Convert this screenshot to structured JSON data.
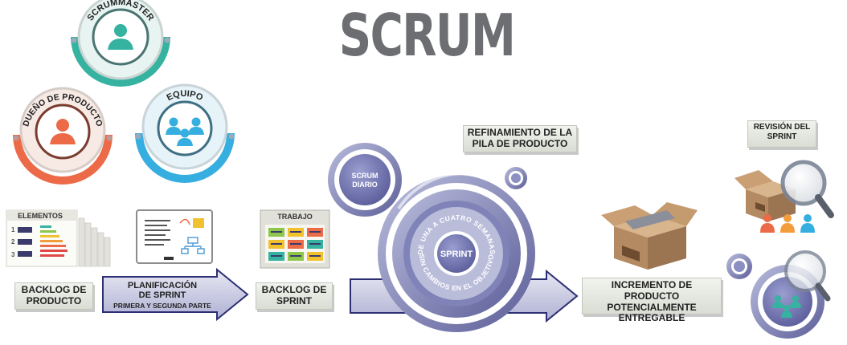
{
  "title": "SCRUM",
  "roles": {
    "scrummaster": "SCRUMMASTER",
    "product_owner": "DUEÑO DE PRODUCTO",
    "team": "EQUIPO"
  },
  "artifacts": {
    "product_backlog_board": "ELEMENTOS",
    "product_backlog": "BACKLOG DE PRODUCTO",
    "sprint_planning_title": "PLANIFICACIÓN DE SPRINT",
    "sprint_planning_sub": "PRIMERA Y SEGUNDA PARTE",
    "sprint_board": "TRABAJO",
    "sprint_backlog": "BACKLOG DE SPRINT",
    "daily_scrum": "SCRUM DIARIO",
    "backlog_refinement": "REFINAMIENTO DE LA PILA DE PRODUCTO",
    "sprint": "SPRINT",
    "sprint_ring_top": "DE UNA A CUATRO SEMANAS",
    "sprint_ring_bottom": "SIN CAMBIOS EN EL OBJETIVO",
    "increment": "INCREMENTO DE PRODUCTO POTENCIALMENTE ENTREGABLE",
    "sprint_review": "REVISIÓN DEL SPRINT"
  },
  "colors": {
    "scrummaster": "#36b2a0",
    "product_owner": "#ec6a47",
    "team": "#36aee0",
    "sprint": "#7c80b8",
    "box": "#b48a62",
    "title": "#6d6e71"
  }
}
